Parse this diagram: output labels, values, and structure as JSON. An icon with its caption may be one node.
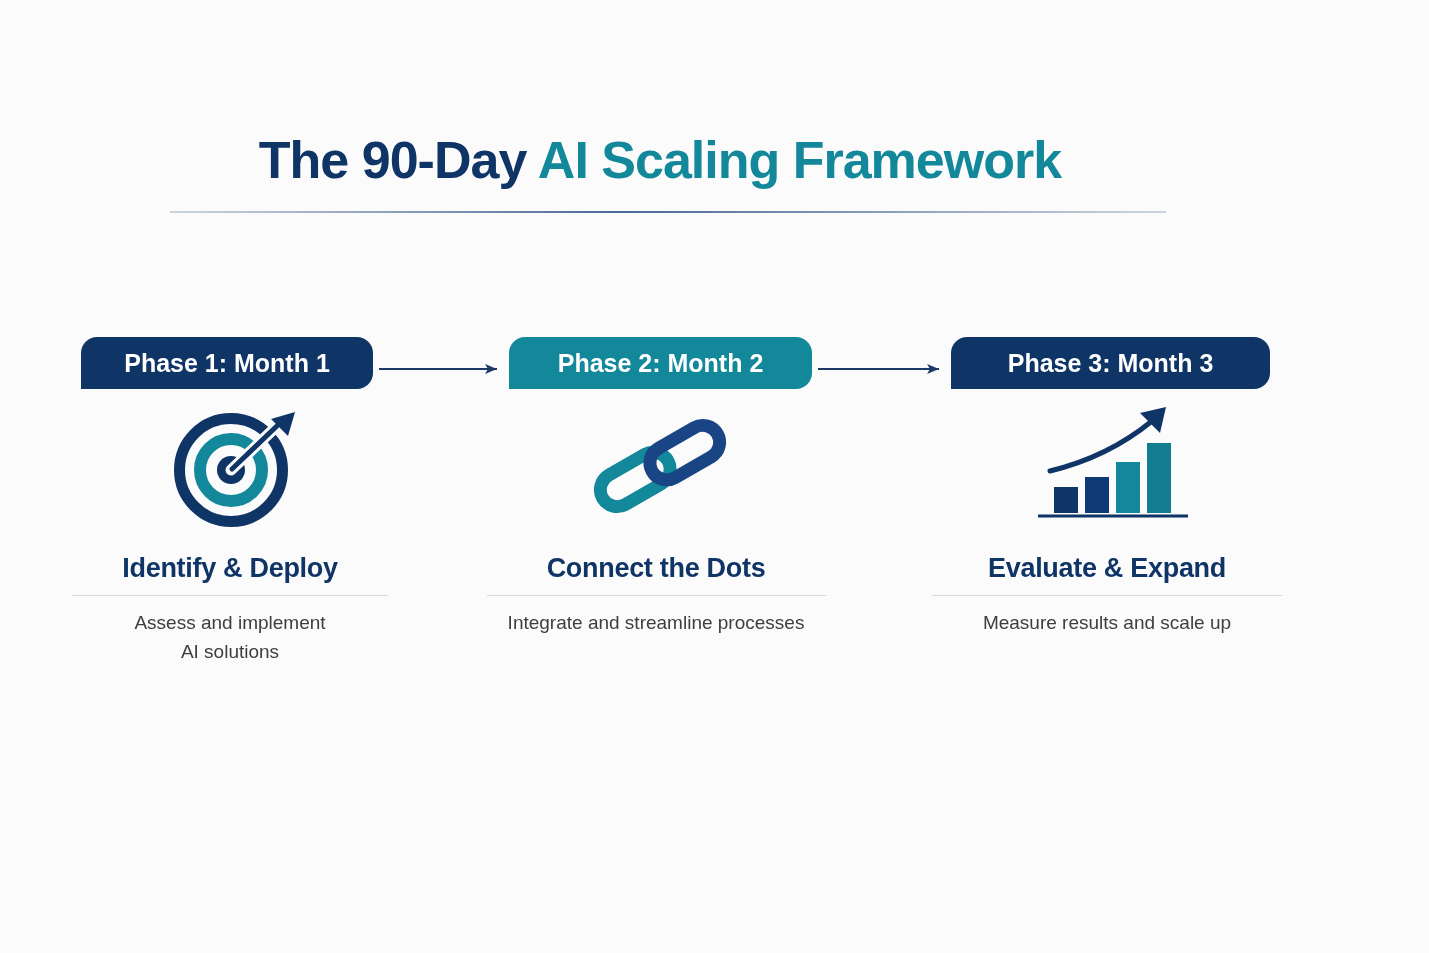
{
  "diagram": {
    "title": "The 90-Day AI Scaling Framework",
    "nodes": [
      {
        "text": [
          "Phase 1: Month 1"
        ],
        "beside": [
          "Identify & Deploy",
          "Assess and implement AI solutions"
        ]
      },
      {
        "text": [
          "Phase 2: Month 2"
        ],
        "beside": [
          "Connect the Dots",
          "Integrate and streamline processes"
        ]
      },
      {
        "text": [
          "Phase 3: Month 3"
        ],
        "beside": [
          "Evaluate & Expand",
          "Measure results and scale up"
        ]
      }
    ],
    "edges": [
      {
        "from": 0,
        "to": 1,
        "arrow": "to"
      },
      {
        "from": 1,
        "to": 2,
        "arrow": "to"
      }
    ]
  }
}
